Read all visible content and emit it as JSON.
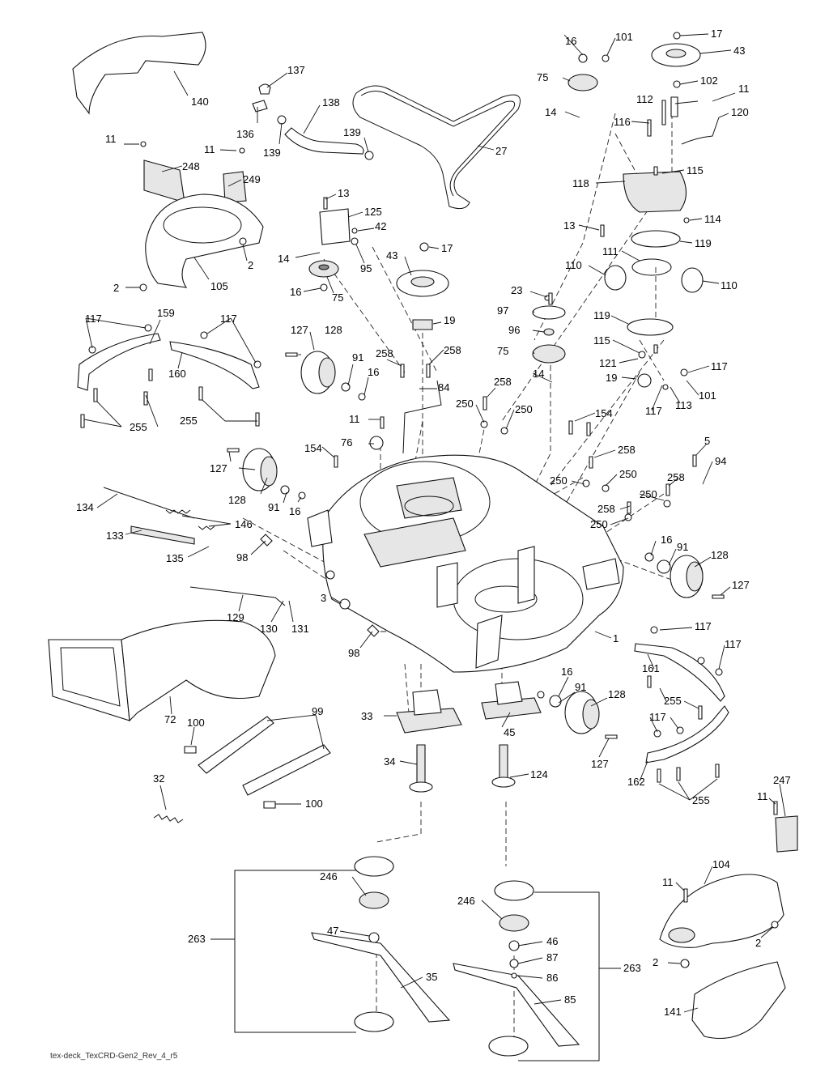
{
  "footer": "tex-deck_TexCRD-Gen2_Rev_4_r5",
  "callouts": {
    "c1": "1",
    "c2a": "2",
    "c2b": "2",
    "c2c": "2",
    "c2d": "2",
    "c3": "3",
    "c5": "5",
    "c11a": "11",
    "c11b": "11",
    "c11c": "11",
    "c11d": "11",
    "c11e": "11",
    "c13a": "13",
    "c13b": "13",
    "c14a": "14",
    "c14b": "14",
    "c14c": "14",
    "c16a": "16",
    "c16b": "16",
    "c16c": "16",
    "c16d": "16",
    "c16e": "16",
    "c16f": "16",
    "c17a": "17",
    "c17b": "17",
    "c19a": "19",
    "c19b": "19",
    "c23": "23",
    "c27": "27",
    "c32": "32",
    "c33": "33",
    "c34": "34",
    "c35": "35",
    "c42": "42",
    "c43a": "43",
    "c43b": "43",
    "c45": "45",
    "c46": "46",
    "c47": "47",
    "c72": "72",
    "c75a": "75",
    "c75b": "75",
    "c75c": "75",
    "c76": "76",
    "c84": "84",
    "c85": "85",
    "c86": "86",
    "c87": "87",
    "c91a": "91",
    "c91b": "91",
    "c91c": "91",
    "c91d": "91",
    "c94": "94",
    "c95": "95",
    "c96": "96",
    "c97": "97",
    "c98a": "98",
    "c98b": "98",
    "c99": "99",
    "c100a": "100",
    "c100b": "100",
    "c101a": "101",
    "c101b": "101",
    "c102": "102",
    "c104": "104",
    "c105": "105",
    "c110a": "110",
    "c110b": "110",
    "c111": "111",
    "c112": "112",
    "c113": "113",
    "c114": "114",
    "c115a": "115",
    "c115b": "115",
    "c116": "116",
    "c117a": "117",
    "c117b": "117",
    "c117c": "117",
    "c117d": "117",
    "c117e": "117",
    "c117f": "117",
    "c118": "118",
    "c119a": "119",
    "c119b": "119",
    "c120": "120",
    "c121": "121",
    "c124": "124",
    "c125": "125",
    "c127a": "127",
    "c127b": "127",
    "c127c": "127",
    "c127d": "127",
    "c128a": "128",
    "c128b": "128",
    "c128c": "128",
    "c128d": "128",
    "c129": "129",
    "c130": "130",
    "c131": "131",
    "c133": "133",
    "c134": "134",
    "c135": "135",
    "c136": "136",
    "c137": "137",
    "c138": "138",
    "c139a": "139",
    "c139b": "139",
    "c140": "140",
    "c141": "141",
    "c146": "146",
    "c154a": "154",
    "c154b": "154",
    "c159": "159",
    "c160": "160",
    "c161": "161",
    "c162": "162",
    "c246a": "246",
    "c246b": "246",
    "c247": "247",
    "c248": "248",
    "c249": "249",
    "c250a": "250",
    "c250b": "250",
    "c250c": "250",
    "c250d": "250",
    "c250e": "250",
    "c250f": "250",
    "c255a": "255",
    "c255b": "255",
    "c255c": "255",
    "c255d": "255",
    "c258a": "258",
    "c258b": "258",
    "c258c": "258",
    "c258d": "258",
    "c258e": "258",
    "c258f": "258",
    "c263a": "263",
    "c263b": "263"
  }
}
